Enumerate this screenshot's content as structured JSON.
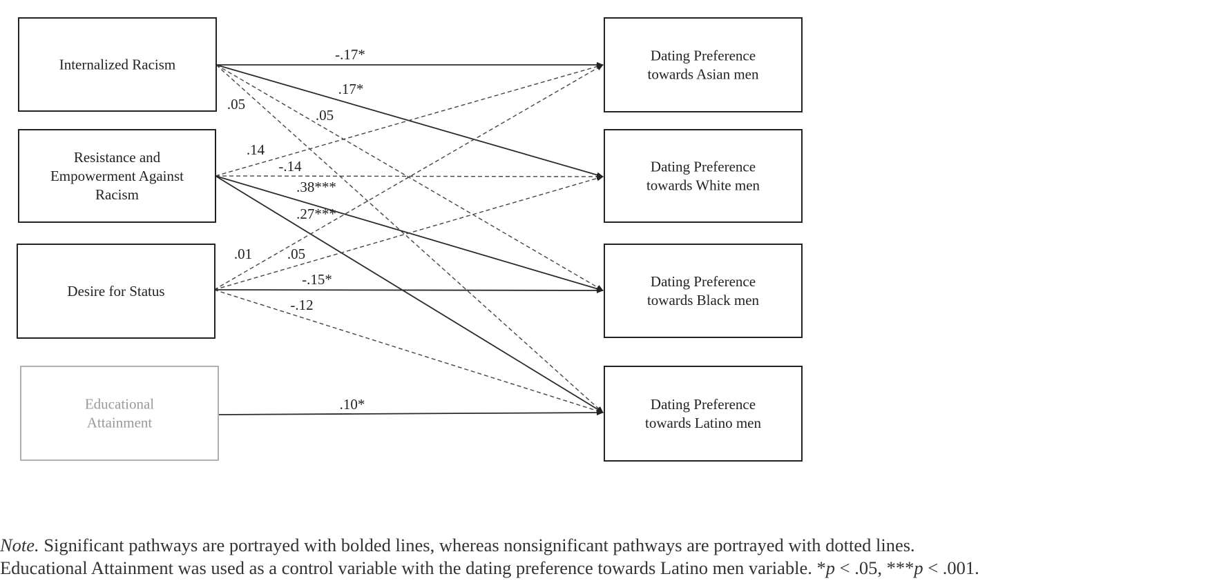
{
  "diagram": {
    "type": "path-model",
    "predictors": [
      {
        "id": "IR",
        "lines": [
          "Internalized Racism"
        ],
        "muted": false
      },
      {
        "id": "REAR",
        "lines": [
          "Resistance and",
          "Empowerment Against",
          "Racism"
        ],
        "muted": false
      },
      {
        "id": "DS",
        "lines": [
          "Desire for Status"
        ],
        "muted": false
      },
      {
        "id": "EA",
        "lines": [
          "Educational",
          "Attainment"
        ],
        "muted": true
      }
    ],
    "outcomes": [
      {
        "id": "ASIAN",
        "lines": [
          "Dating Preference",
          "towards Asian men"
        ]
      },
      {
        "id": "WHITE",
        "lines": [
          "Dating Preference",
          "towards White men"
        ]
      },
      {
        "id": "BLACK",
        "lines": [
          "Dating Preference",
          "towards Black men"
        ]
      },
      {
        "id": "LATINO",
        "lines": [
          "Dating Preference",
          "towards Latino men"
        ]
      }
    ],
    "paths": [
      {
        "from": "IR",
        "to": "ASIAN",
        "coef": "-.17*",
        "significant": true
      },
      {
        "from": "IR",
        "to": "WHITE",
        "coef": ".17*",
        "significant": true
      },
      {
        "from": "IR",
        "to": "BLACK",
        "coef": ".05",
        "significant": false
      },
      {
        "from": "IR",
        "to": "LATINO",
        "coef": ".05",
        "significant": false
      },
      {
        "from": "REAR",
        "to": "ASIAN",
        "coef": ".14",
        "significant": false
      },
      {
        "from": "REAR",
        "to": "WHITE",
        "coef": "-.14",
        "significant": false
      },
      {
        "from": "REAR",
        "to": "BLACK",
        "coef": ".38***",
        "significant": true
      },
      {
        "from": "REAR",
        "to": "LATINO",
        "coef": ".27***",
        "significant": true
      },
      {
        "from": "DS",
        "to": "ASIAN",
        "coef": ".01",
        "significant": false
      },
      {
        "from": "DS",
        "to": "WHITE",
        "coef": ".05",
        "significant": false
      },
      {
        "from": "DS",
        "to": "BLACK",
        "coef": "-.15*",
        "significant": true
      },
      {
        "from": "DS",
        "to": "LATINO",
        "coef": "-.12",
        "significant": false
      },
      {
        "from": "EA",
        "to": "LATINO",
        "coef": ".10*",
        "significant": true
      }
    ]
  },
  "note": {
    "label": "Note.",
    "line1": " Significant pathways are portrayed with bolded lines, whereas nonsignificant pathways are portrayed with dotted lines.",
    "line2_a": "Educational Attainment was used as a control variable with the dating preference towards Latino men variable. *",
    "p1": "p",
    "line2_b": " < .05, ***",
    "p2": "p",
    "line2_c": " < .001."
  }
}
